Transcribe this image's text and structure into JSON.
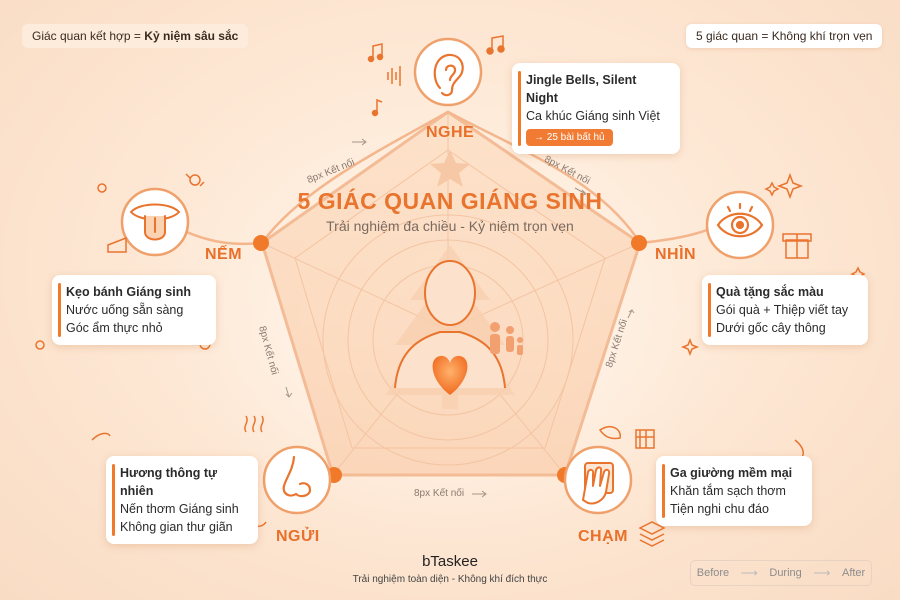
{
  "top_left": {
    "prefix": "Giác quan kết hợp = ",
    "bold": "Kỷ niệm sâu sắc"
  },
  "top_right": "5 giác quan = Không khí trọn vẹn",
  "title": "5 GIÁC QUAN GIÁNG SINH",
  "subtitle": "Trải nghiệm đa chiều - Kỷ niệm trọn vẹn",
  "senses": {
    "nghe": {
      "label": "NGHE",
      "card_title": "Jingle Bells, Silent Night",
      "card_line1": "Ca khúc Giáng sinh Việt",
      "card_tag": "→ 25 bài bất hủ",
      "icon": "ear-icon"
    },
    "nhin": {
      "label": "NHÌN",
      "card_title": "Quà tặng sắc màu",
      "card_line1": "Gói quà + Thiệp viết tay",
      "card_line2": "Dưới gốc cây thông",
      "icon": "eye-icon"
    },
    "cham": {
      "label": "CHẠM",
      "card_title": "Ga giường mềm mại",
      "card_line1": "Khăn tắm sạch thơm",
      "card_line2": "Tiện nghi chu đáo",
      "icon": "hand-icon"
    },
    "ngui": {
      "label": "NGỬI",
      "card_title": "Hương thông tự nhiên",
      "card_line1": "Nến thơm Giáng sinh",
      "card_line2": "Không gian thư giãn",
      "icon": "nose-icon"
    },
    "nem": {
      "label": "NẾM",
      "card_title": "Kẹo bánh Giáng sinh",
      "card_line1": "Nước uống sẵn sàng",
      "card_line2": "Góc ẩm thực nhỏ",
      "icon": "mouth-icon"
    }
  },
  "connector_label": "8px Kết nối",
  "brand": "bTaskee",
  "brand_sub": "Trải nghiệm toàn diện - Không khí đích thực",
  "timeline": {
    "before": "Before",
    "during": "During",
    "after": "After"
  },
  "colors": {
    "accent": "#e9742e",
    "dark_text": "#2b2b2b",
    "background": "#fde6d2"
  }
}
